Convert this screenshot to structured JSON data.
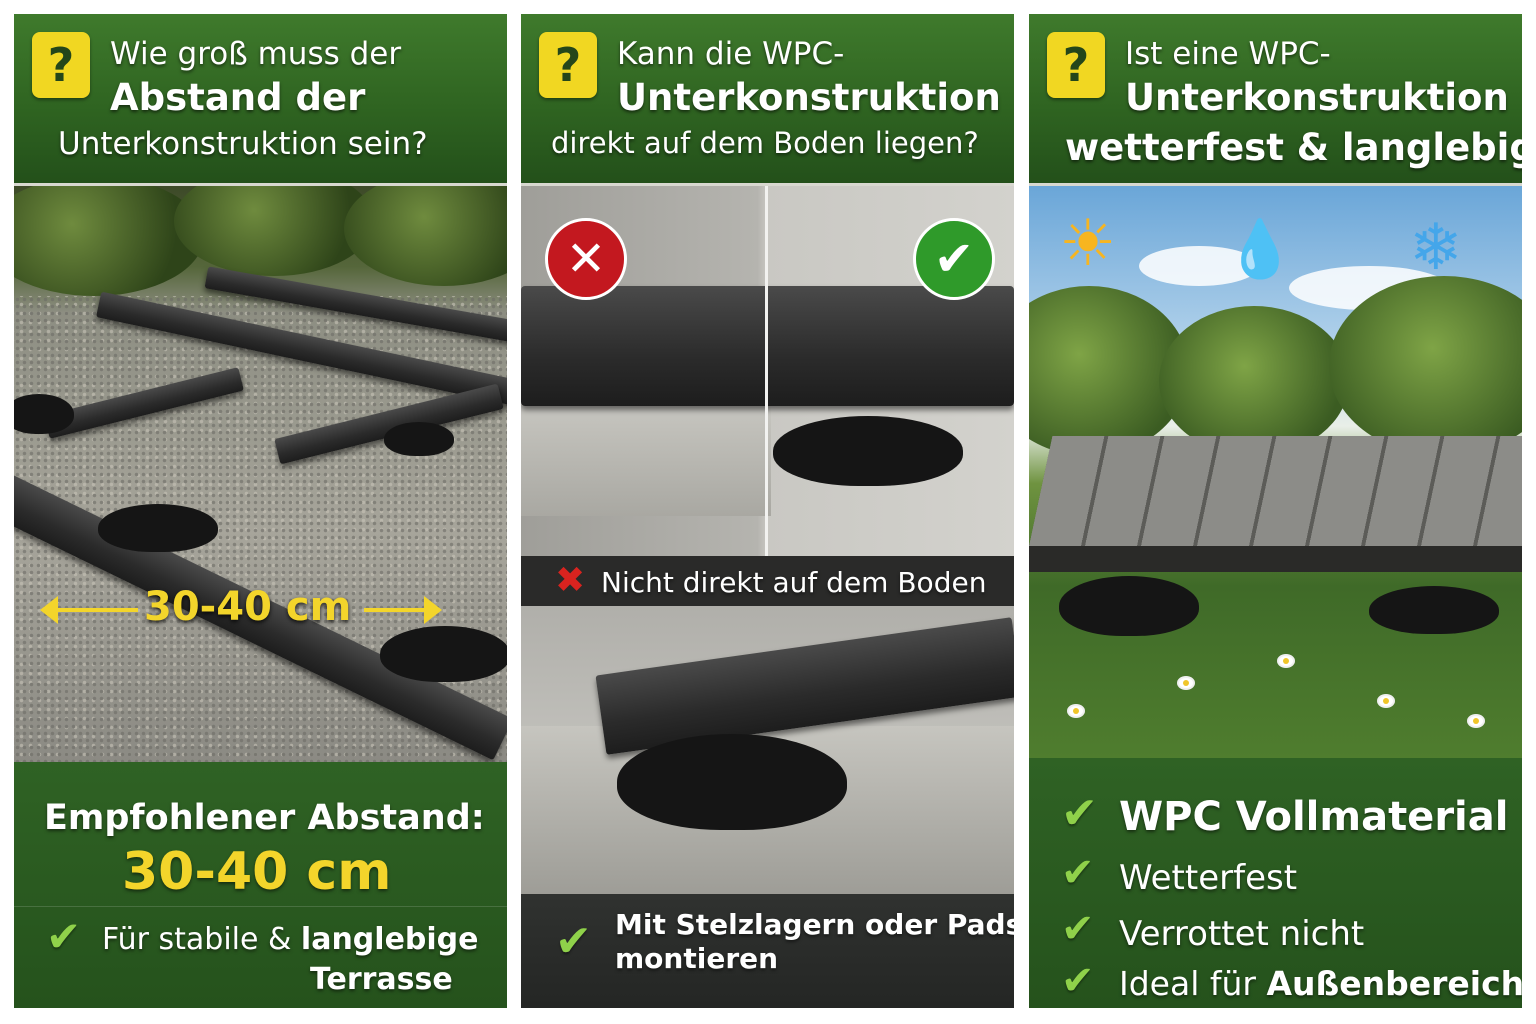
{
  "panel1": {
    "question_mark": "?",
    "header_line1": "Wie groß muss der",
    "header_line2": "Abstand der",
    "header_line3": "Unterkonstruktion sein?",
    "measure_label": "30-40 cm",
    "footer_title": "Empfohlener Abstand:",
    "footer_value": "30-40 cm",
    "check_text_plain": "Für stabile &",
    "check_text_bold": "langlebige",
    "check_text_line2": "Terrasse"
  },
  "panel2": {
    "question_mark": "?",
    "header_line1": "Kann die WPC-",
    "header_line2": "Unterkonstruktion",
    "header_line3": "direkt auf dem Boden liegen?",
    "wrong_band_text": "Nicht direkt auf dem Boden",
    "footer_line1": "Mit Stelzlagern oder Pads",
    "footer_line2": "montieren"
  },
  "panel3": {
    "question_mark": "?",
    "header_line1": "Ist eine WPC-",
    "header_line2": "Unterkonstruktion",
    "header_line3": "wetterfest & langlebig?",
    "features": [
      {
        "text": "WPC Vollmaterial"
      },
      {
        "text": "Wetterfest"
      },
      {
        "text": "Verrottet nicht"
      },
      {
        "text_plain": "Ideal für",
        "text_bold": "Außenbereiche"
      }
    ]
  },
  "icons": {
    "question": "question-icon",
    "check": "check-icon",
    "wrong": "x-icon",
    "sun": "sun-icon",
    "rain": "raindrops-icon",
    "snow": "snowflake-icon",
    "arrow_left": "arrow-left-icon",
    "arrow_right": "arrow-right-icon"
  },
  "colors": {
    "green_header": "#2f6421",
    "badge_yellow": "#f1d722",
    "accent_yellow": "#f3d52b",
    "check_green": "#8fd14a",
    "wrong_red": "#c3181f",
    "ok_green": "#2f9a2a"
  }
}
